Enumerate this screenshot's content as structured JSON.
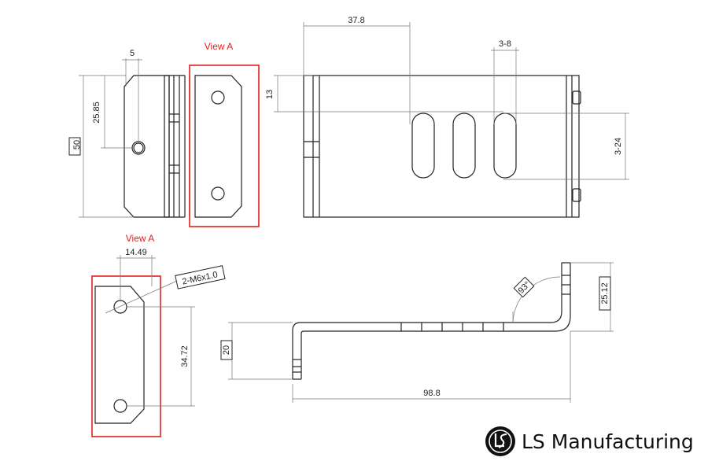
{
  "drawing": {
    "view_a_label_top": "View A",
    "view_a_label_bottom": "View A",
    "dims": {
      "d5": "5",
      "d25_85": "25.85",
      "d50": "50",
      "d37_8": "37.8",
      "d3_8": "3-8",
      "d13": "13",
      "d3_24": "3-24",
      "d14_49": "14.49",
      "thread": "2-M6x1.0",
      "d34_72": "34.72",
      "d20": "20",
      "d93": "93°",
      "d25_12": "25.12",
      "d98_8": "98.8"
    }
  },
  "brand": {
    "name": "LS Manufacturing"
  }
}
